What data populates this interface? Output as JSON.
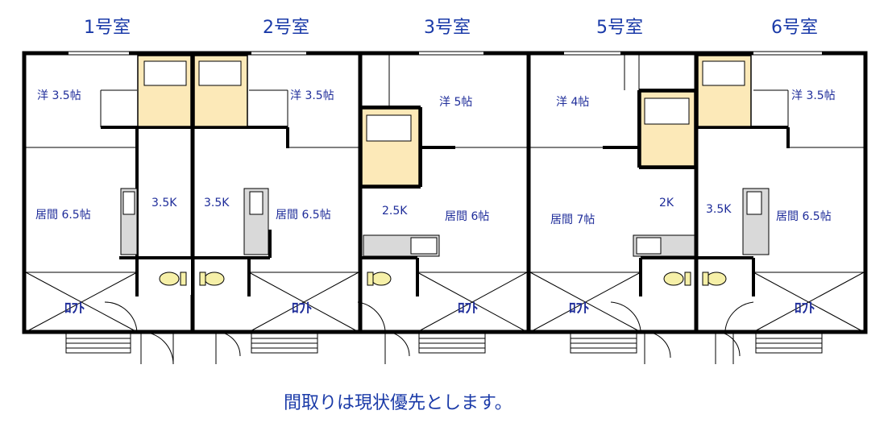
{
  "units": [
    {
      "title": "1号室",
      "western": "洋 3.5帖",
      "living": "居間 6.5帖",
      "kitchen": "3.5K",
      "loft": "ﾛﾌﾄ"
    },
    {
      "title": "2号室",
      "western": "洋 3.5帖",
      "living": "居間 6.5帖",
      "kitchen": "3.5K",
      "loft": "ﾛﾌﾄ"
    },
    {
      "title": "3号室",
      "western": "洋 5帖",
      "living": "居間 6帖",
      "kitchen": "2.5K",
      "loft": "ﾛﾌﾄ"
    },
    {
      "title": "5号室",
      "western": "洋 4帖",
      "living": "居間 7帖",
      "kitchen": "2K",
      "loft": "ﾛﾌﾄ"
    },
    {
      "title": "6号室",
      "western": "洋 3.5帖",
      "living": "居間 6.5帖",
      "kitchen": "3.5K",
      "loft": "ﾛﾌﾄ"
    }
  ],
  "note": "間取りは現状優先とします。",
  "colors": {
    "text": "#1f2d9a",
    "wall": "#000000",
    "bath": "#fce9b8",
    "fixture": "#d9d9d9",
    "toilet": "#f6f0a8"
  }
}
